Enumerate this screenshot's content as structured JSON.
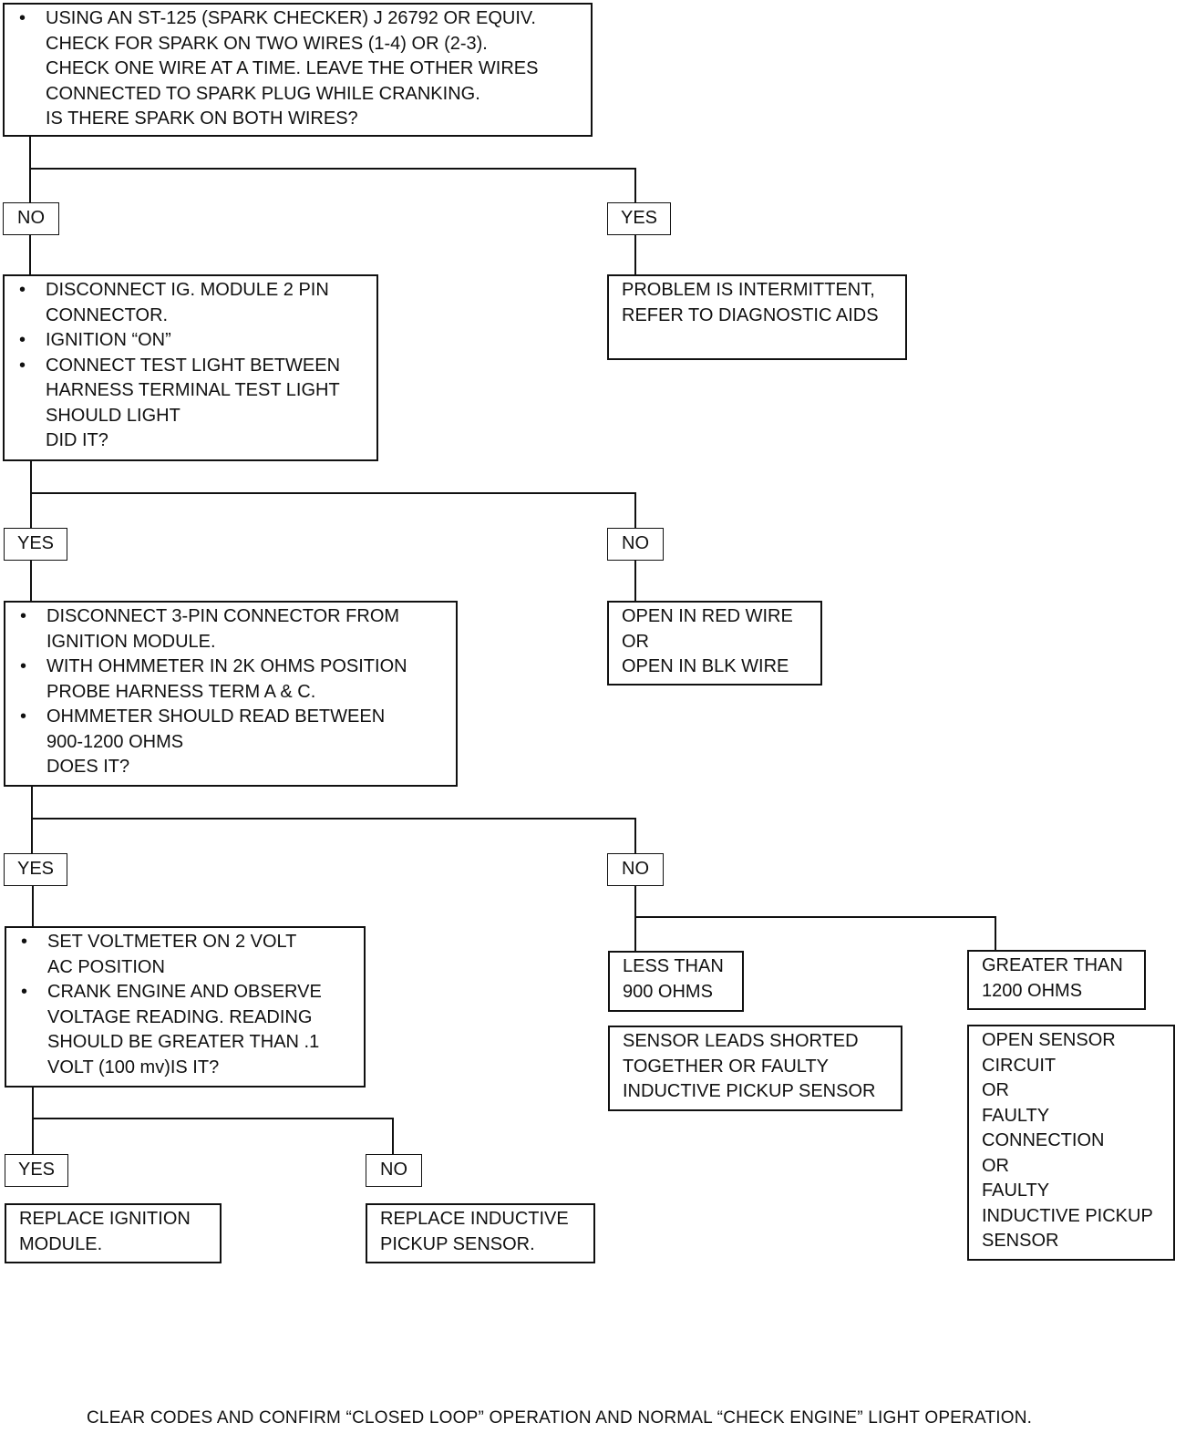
{
  "boxes": {
    "start": {
      "bullet": "USING AN ST-125 (SPARK CHECKER) J 26792 OR EQUIV.",
      "lines": [
        "CHECK FOR SPARK ON TWO WIRES (1-4) OR (2-3).",
        "CHECK ONE WIRE AT A TIME. LEAVE THE OTHER WIRES",
        "CONNECTED TO SPARK PLUG WHILE CRANKING.",
        "IS THERE SPARK ON BOTH WIRES?"
      ]
    },
    "intermittent": {
      "lines": [
        "PROBLEM IS INTERMITTENT,",
        "REFER TO DIAGNOSTIC AIDS"
      ]
    },
    "disconnect2pin": {
      "b1": "DISCONNECT IG. MODULE 2 PIN",
      "b1c": "CONNECTOR.",
      "b2": "IGNITION “ON”",
      "b3": "CONNECT TEST LIGHT BETWEEN",
      "b3c": [
        "HARNESS TERMINAL TEST LIGHT",
        "SHOULD LIGHT",
        "DID IT?"
      ]
    },
    "openwire": {
      "lines": [
        "OPEN IN RED WIRE",
        "OR",
        "OPEN IN BLK WIRE"
      ]
    },
    "disconnect3pin": {
      "b1": "DISCONNECT 3-PIN CONNECTOR FROM",
      "b1c": "IGNITION MODULE.",
      "b2": "WITH OHMMETER IN 2K OHMS POSITION",
      "b2c": "PROBE HARNESS TERM A & C.",
      "b3": "OHMMETER SHOULD READ BETWEEN",
      "b3c": [
        "900-1200 OHMS",
        "DOES IT?"
      ]
    },
    "voltmeter": {
      "b1": "SET VOLTMETER ON 2 VOLT",
      "b1c": "AC POSITION",
      "b2": "CRANK ENGINE AND OBSERVE",
      "b2c": [
        "VOLTAGE READING. READING",
        "SHOULD BE GREATER THAN .1",
        "VOLT (100 mv)IS IT?"
      ]
    },
    "lessthan": {
      "lines": [
        "LESS THAN",
        "900 OHMS"
      ]
    },
    "greaterthan": {
      "lines": [
        "GREATER THAN",
        "1200 OHMS"
      ]
    },
    "shorted": {
      "lines": [
        "SENSOR LEADS SHORTED",
        "TOGETHER OR FAULTY",
        "INDUCTIVE PICKUP SENSOR"
      ]
    },
    "opensensor": {
      "lines": [
        "OPEN SENSOR",
        "CIRCUIT",
        "OR",
        "FAULTY",
        "CONNECTION",
        "OR",
        "FAULTY",
        "INDUCTIVE PICKUP",
        "SENSOR"
      ]
    },
    "replaceModule": {
      "lines": [
        "REPLACE IGNITION",
        "MODULE."
      ]
    },
    "replaceSensor": {
      "lines": [
        "REPLACE INDUCTIVE",
        "PICKUP SENSOR."
      ]
    }
  },
  "labels": {
    "no1": "NO",
    "yes1": "YES",
    "yes2": "YES",
    "no2": "NO",
    "yes3": "YES",
    "no3": "NO",
    "yes4": "YES",
    "no4": "NO"
  },
  "footer": "CLEAR CODES AND CONFIRM “CLOSED LOOP” OPERATION AND NORMAL “CHECK ENGINE” LIGHT OPERATION."
}
